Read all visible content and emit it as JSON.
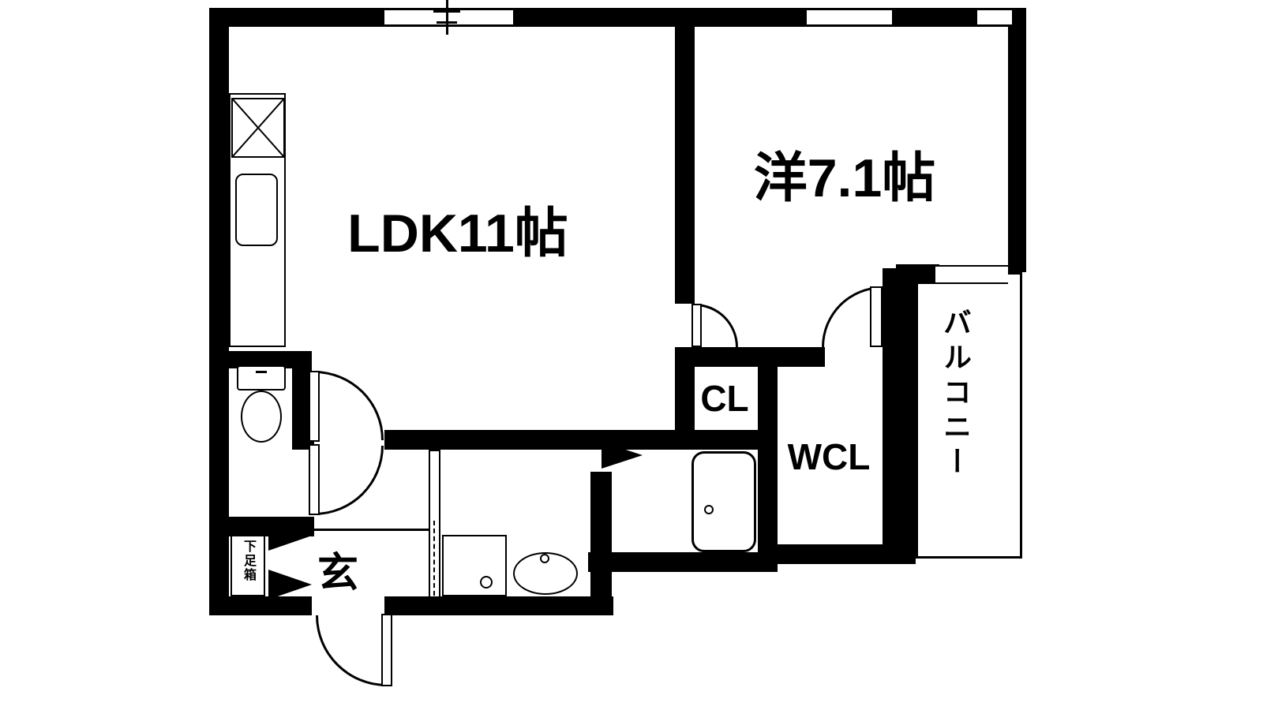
{
  "floorplan": {
    "rooms": {
      "ldk": {
        "label": "LDK11帖"
      },
      "western": {
        "label": "洋7.1帖"
      },
      "closet": {
        "label": "CL"
      },
      "walk_in_closet": {
        "label": "WCL"
      },
      "balcony": {
        "label": "バルコニー"
      },
      "entrance": {
        "label": "玄"
      },
      "shoe_box": {
        "label": "下足箱"
      }
    },
    "colors": {
      "wall": "#000000",
      "background": "#ffffff",
      "line": "#000000"
    }
  }
}
